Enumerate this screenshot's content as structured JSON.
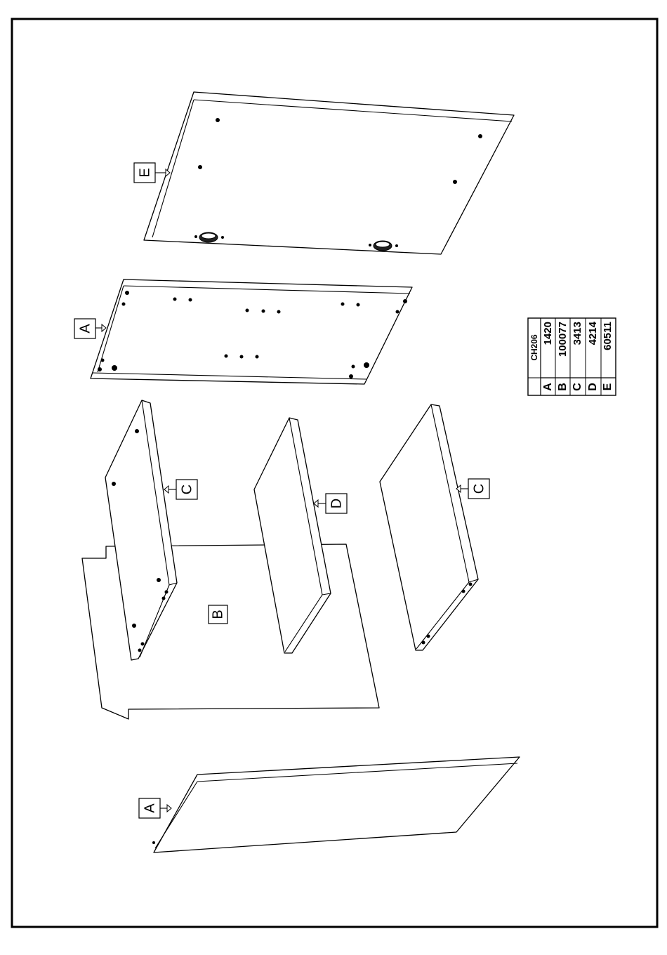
{
  "parts": {
    "top_panel": "E",
    "shelf_panel": "A",
    "left_side": "C",
    "divider": "D",
    "right_side": "C",
    "back_panel": "B",
    "bottom_panel": "A"
  },
  "parts_table": {
    "header": "CH206",
    "rows": [
      {
        "letter": "A",
        "code": "1420"
      },
      {
        "letter": "B",
        "code": "100077"
      },
      {
        "letter": "C",
        "code": "3413"
      },
      {
        "letter": "D",
        "code": "4214"
      },
      {
        "letter": "E",
        "code": "60511"
      }
    ]
  }
}
